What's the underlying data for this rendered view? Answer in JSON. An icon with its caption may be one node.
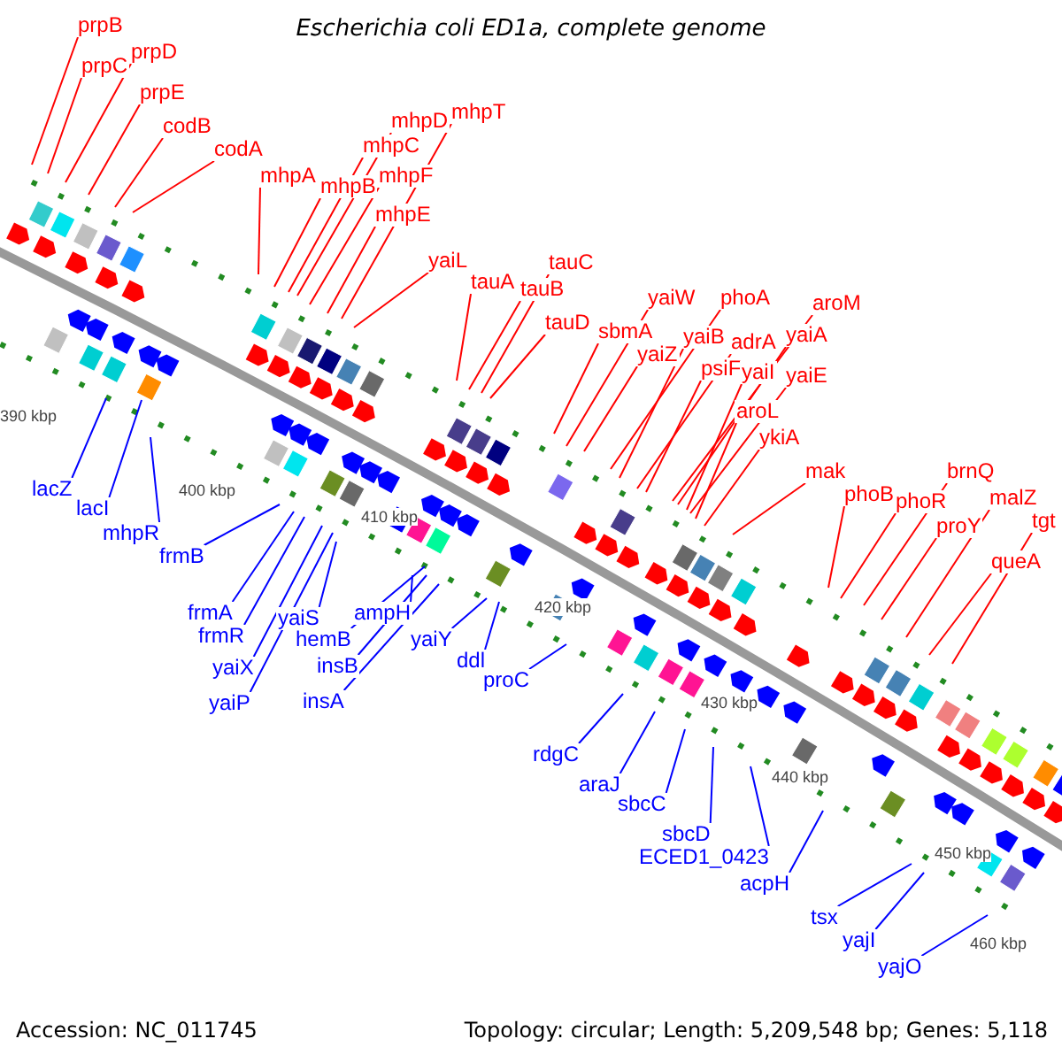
{
  "diagram": {
    "title": "Escherichia coli ED1a, complete genome",
    "nodes": [
      {
        "text": [
          "prpB"
        ]
      },
      {
        "text": [
          "prpC"
        ]
      },
      {
        "text": [
          "prpD"
        ]
      },
      {
        "text": [
          "prpE"
        ]
      },
      {
        "text": [
          "codB"
        ]
      },
      {
        "text": [
          "codA"
        ]
      },
      {
        "text": [
          "mhpA"
        ]
      },
      {
        "text": [
          "mhpB"
        ]
      },
      {
        "text": [
          "mhpC"
        ]
      },
      {
        "text": [
          "mhpD"
        ]
      },
      {
        "text": [
          "mhpF"
        ]
      },
      {
        "text": [
          "mhpE"
        ]
      },
      {
        "text": [
          "mhpT"
        ]
      },
      {
        "text": [
          "yaiL"
        ]
      },
      {
        "text": [
          "tauA"
        ]
      },
      {
        "text": [
          "tauB"
        ]
      },
      {
        "text": [
          "tauC"
        ]
      },
      {
        "text": [
          "tauD"
        ]
      },
      {
        "text": [
          "sbmA"
        ]
      },
      {
        "text": [
          "yaiW"
        ]
      },
      {
        "text": [
          "yaiZ"
        ]
      },
      {
        "text": [
          "phoA"
        ]
      },
      {
        "text": [
          "yaiB"
        ]
      },
      {
        "text": [
          "adrA"
        ]
      },
      {
        "text": [
          "psiF"
        ]
      },
      {
        "text": [
          "aroM"
        ]
      },
      {
        "text": [
          "yaiA"
        ]
      },
      {
        "text": [
          "yaiI"
        ]
      },
      {
        "text": [
          "yaiE"
        ]
      },
      {
        "text": [
          "aroL"
        ]
      },
      {
        "text": [
          "ykiA"
        ]
      },
      {
        "text": [
          "mak"
        ]
      },
      {
        "text": [
          "phoB"
        ]
      },
      {
        "text": [
          "phoR"
        ]
      },
      {
        "text": [
          "brnQ"
        ]
      },
      {
        "text": [
          "proY"
        ]
      },
      {
        "text": [
          "malZ"
        ]
      },
      {
        "text": [
          "queA"
        ]
      },
      {
        "text": [
          "tgt"
        ]
      },
      {
        "text": [
          "lacZ"
        ]
      },
      {
        "text": [
          "lacI"
        ]
      },
      {
        "text": [
          "mhpR"
        ]
      },
      {
        "text": [
          "frmB"
        ]
      },
      {
        "text": [
          "frmA"
        ]
      },
      {
        "text": [
          "frmR"
        ]
      },
      {
        "text": [
          "yaiX"
        ]
      },
      {
        "text": [
          "yaiP"
        ]
      },
      {
        "text": [
          "yaiS"
        ]
      },
      {
        "text": [
          "ampH"
        ]
      },
      {
        "text": [
          "hemB"
        ]
      },
      {
        "text": [
          "insB"
        ]
      },
      {
        "text": [
          "insA"
        ]
      },
      {
        "text": [
          "yaiY"
        ]
      },
      {
        "text": [
          "ddl"
        ]
      },
      {
        "text": [
          "proC"
        ]
      },
      {
        "text": [
          "rdgC"
        ]
      },
      {
        "text": [
          "araJ"
        ]
      },
      {
        "text": [
          "sbcC"
        ]
      },
      {
        "text": [
          "sbcD"
        ]
      },
      {
        "text": [
          "ECED1_0423"
        ]
      },
      {
        "text": [
          "acpH"
        ]
      },
      {
        "text": [
          "tsx"
        ]
      },
      {
        "text": [
          "yajI"
        ]
      },
      {
        "text": [
          "yajO"
        ]
      }
    ],
    "edges": [
      {
        "from": 0,
        "to": null,
        "arrow": "none"
      },
      {
        "from": 1,
        "to": null,
        "arrow": "none"
      },
      {
        "from": 2,
        "to": null,
        "arrow": "none"
      },
      {
        "from": 3,
        "to": null,
        "arrow": "none"
      },
      {
        "from": 4,
        "to": null,
        "arrow": "none"
      },
      {
        "from": 5,
        "to": null,
        "arrow": "none"
      },
      {
        "from": 6,
        "to": null,
        "arrow": "none"
      },
      {
        "from": 7,
        "to": null,
        "arrow": "none"
      },
      {
        "from": 8,
        "to": null,
        "arrow": "none"
      },
      {
        "from": 9,
        "to": null,
        "arrow": "none"
      },
      {
        "from": 10,
        "to": null,
        "arrow": "none"
      },
      {
        "from": 11,
        "to": null,
        "arrow": "none"
      },
      {
        "from": 12,
        "to": null,
        "arrow": "none"
      },
      {
        "from": 13,
        "to": null,
        "arrow": "none"
      },
      {
        "from": 14,
        "to": null,
        "arrow": "none"
      },
      {
        "from": 15,
        "to": null,
        "arrow": "none"
      },
      {
        "from": 16,
        "to": null,
        "arrow": "none"
      },
      {
        "from": 17,
        "to": null,
        "arrow": "none"
      },
      {
        "from": 18,
        "to": null,
        "arrow": "none"
      },
      {
        "from": 19,
        "to": null,
        "arrow": "none"
      },
      {
        "from": 20,
        "to": null,
        "arrow": "none"
      },
      {
        "from": 21,
        "to": null,
        "arrow": "none"
      },
      {
        "from": 22,
        "to": null,
        "arrow": "none"
      },
      {
        "from": 23,
        "to": null,
        "arrow": "none"
      },
      {
        "from": 24,
        "to": null,
        "arrow": "none"
      },
      {
        "from": 25,
        "to": null,
        "arrow": "none"
      },
      {
        "from": 26,
        "to": null,
        "arrow": "none"
      },
      {
        "from": 27,
        "to": null,
        "arrow": "none"
      },
      {
        "from": 28,
        "to": null,
        "arrow": "none"
      },
      {
        "from": 29,
        "to": null,
        "arrow": "none"
      },
      {
        "from": 30,
        "to": null,
        "arrow": "none"
      },
      {
        "from": 31,
        "to": null,
        "arrow": "none"
      },
      {
        "from": 32,
        "to": null,
        "arrow": "none"
      },
      {
        "from": 33,
        "to": null,
        "arrow": "none"
      },
      {
        "from": 34,
        "to": null,
        "arrow": "none"
      },
      {
        "from": 35,
        "to": null,
        "arrow": "none"
      },
      {
        "from": 36,
        "to": null,
        "arrow": "none"
      },
      {
        "from": 37,
        "to": null,
        "arrow": "none"
      },
      {
        "from": 38,
        "to": null,
        "arrow": "none"
      },
      {
        "from": 39,
        "to": null,
        "arrow": "none",
        "color": "#0000ff"
      },
      {
        "from": 40,
        "to": null,
        "arrow": "none",
        "color": "#0000ff"
      },
      {
        "from": 41,
        "to": null,
        "arrow": "none",
        "color": "#0000ff"
      },
      {
        "from": 42,
        "to": null,
        "arrow": "none",
        "color": "#0000ff"
      },
      {
        "from": 43,
        "to": null,
        "arrow": "none",
        "color": "#0000ff"
      },
      {
        "from": 44,
        "to": null,
        "arrow": "none",
        "color": "#0000ff"
      },
      {
        "from": 45,
        "to": null,
        "arrow": "none",
        "color": "#0000ff"
      },
      {
        "from": 46,
        "to": null,
        "arrow": "none",
        "color": "#0000ff"
      },
      {
        "from": 47,
        "to": null,
        "arrow": "none",
        "color": "#0000ff"
      },
      {
        "from": 48,
        "to": null,
        "arrow": "none",
        "color": "#0000ff"
      },
      {
        "from": 49,
        "to": null,
        "arrow": "none",
        "color": "#0000ff"
      },
      {
        "from": 50,
        "to": null,
        "arrow": "none",
        "color": "#0000ff"
      },
      {
        "from": 51,
        "to": null,
        "arrow": "none",
        "color": "#0000ff"
      },
      {
        "from": 52,
        "to": null,
        "arrow": "none",
        "color": "#0000ff"
      },
      {
        "from": 53,
        "to": null,
        "arrow": "none",
        "color": "#0000ff"
      },
      {
        "from": 54,
        "to": null,
        "arrow": "none",
        "color": "#0000ff"
      },
      {
        "from": 55,
        "to": null,
        "arrow": "none",
        "color": "#0000ff"
      },
      {
        "from": 56,
        "to": null,
        "arrow": "none",
        "color": "#0000ff"
      },
      {
        "from": 57,
        "to": null,
        "arrow": "none",
        "color": "#0000ff"
      },
      {
        "from": 58,
        "to": null,
        "arrow": "none",
        "color": "#0000ff"
      },
      {
        "from": 59,
        "to": null,
        "arrow": "none",
        "color": "#0000ff"
      },
      {
        "from": 60,
        "to": null,
        "arrow": "none",
        "color": "#0000ff"
      },
      {
        "from": 61,
        "to": null,
        "arrow": "none",
        "color": "#0000ff"
      },
      {
        "from": 62,
        "to": null,
        "arrow": "none",
        "color": "#0000ff"
      },
      {
        "from": 63,
        "to": null,
        "arrow": "none",
        "color": "#0000ff"
      }
    ],
    "labels": [
      "390 kbp",
      "400 kbp",
      "410 kbp",
      "420 kbp",
      "430 kbp",
      "440 kbp",
      "450 kbp",
      "460 kbp",
      "Accession: NC_011745",
      "Topology: circular; Length: 5,209,548 bp; Genes: 5,118"
    ]
  }
}
